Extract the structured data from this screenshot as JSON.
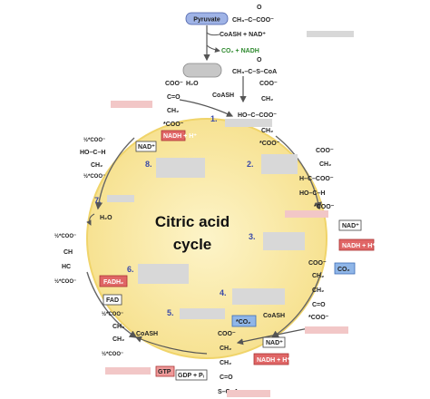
{
  "cycle_title_line1": "Citric acid",
  "cycle_title_line2": "cycle",
  "step_numbers": [
    "1.",
    "2.",
    "3.",
    "4.",
    "5.",
    "6.",
    "7.",
    "8."
  ],
  "top": {
    "pyruvate": "Pyruvate",
    "pyruvate_formula": "CH₃–C–COO⁻",
    "coash_nad": "CoASH + NAD⁺",
    "co2_nadh": "CO₂ + NADH",
    "acetyl_coa": "CH₃–C–S–CoA"
  },
  "oxaloacetate": [
    "COO⁻",
    "C=O",
    "CH₂",
    "*COO⁻"
  ],
  "h2o_top": "H₂O",
  "coash_top": "CoASH",
  "citrate": [
    "COO⁻",
    "CH₂",
    "HO–C–COO⁻",
    "CH₂",
    "*COO⁻"
  ],
  "isocitrate": [
    "COO⁻",
    "CH₂",
    "H–C–COO⁻",
    "HO–C–H",
    "*COO⁻"
  ],
  "nad_plus_right": "NAD⁺",
  "nadh_h_right": "NADH + H⁺",
  "co2_right": "CO₂",
  "alpha_kg": [
    "COO⁻",
    "CH₂",
    "CH₂",
    "C=O",
    "*COO⁻"
  ],
  "coash_bottom_right": "CoASH",
  "co2_star_bottom": "*CO₂",
  "nad_plus_bottom": "NAD⁺",
  "nadh_h_bottom": "NADH + H⁺",
  "succinyl_coa": [
    "COO⁻",
    "CH₂",
    "CH₂",
    "C=O",
    "S–CoA"
  ],
  "coash_bottom_left": "CoASH",
  "gtp": "GTP",
  "gdp_pi": "GDP + Pᵢ",
  "succinate": [
    "½*COO⁻",
    "CH₂",
    "CH₂",
    "½*COO⁻"
  ],
  "fad": "FAD",
  "fadh2": "FADH₂",
  "fumarate": [
    "½*COO⁻",
    "CH",
    "HC",
    "½*COO⁻"
  ],
  "h2o_left": "H₂O",
  "malate": [
    "½*COO⁻",
    "HO–C–H",
    "CH₂",
    "½*COO⁻"
  ],
  "nadh_h_top_left": "NADH + H⁺",
  "nad_plus_left": "NAD⁺",
  "colors": {
    "cycle_fill": "#fbf0b8",
    "cycle_edge": "#f3d97a",
    "pyruvate_fill": "#9fb3e6",
    "enzyme_fill": "#c7c7c7",
    "nadh_fill": "#e06666",
    "fadh2_fill": "#e06666",
    "co2_fill": "#8fb6e8",
    "nad_fill": "#ffffff",
    "gtp_fill": "#ef9a9a",
    "blank_label": "#d8d8d8",
    "blank_label_pink": "#f2c7c7",
    "arrow": "#555555",
    "step_number": "#3a4aa8"
  }
}
